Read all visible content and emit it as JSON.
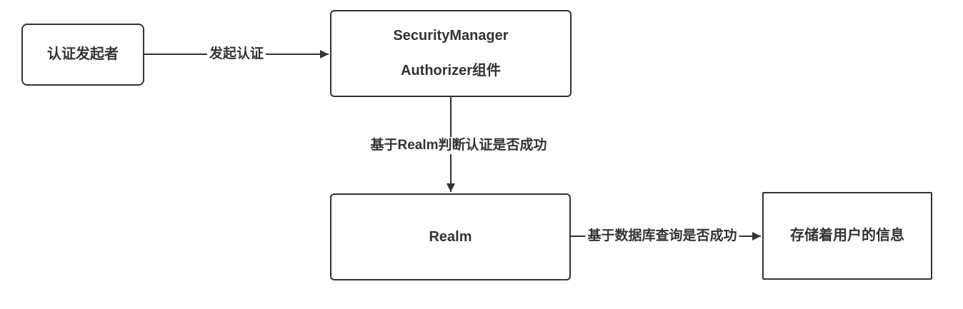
{
  "diagram": {
    "colors": {
      "line": "#333333",
      "text": "#333333",
      "node_background": "#ffffff",
      "canvas_background": "#ffffff"
    },
    "nodes": {
      "initiator": {
        "label": "认证发起者"
      },
      "security_manager": {
        "line1": "SecurityManager",
        "line2": "Authorizer组件"
      },
      "realm": {
        "label": "Realm"
      },
      "user_store": {
        "label": "存储着用户的信息"
      }
    },
    "edges": {
      "initiate_auth": {
        "label": "发起认证"
      },
      "realm_check": {
        "label": "基于Realm判断认证是否成功"
      },
      "db_query": {
        "label": "基于数据库查询是否成功"
      }
    }
  }
}
